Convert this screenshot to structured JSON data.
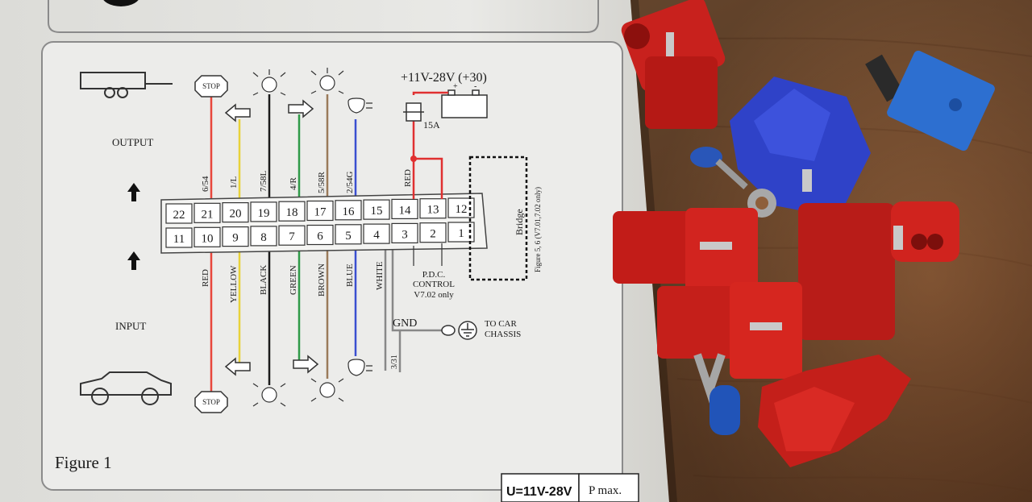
{
  "diagram": {
    "output_label": "OUTPUT",
    "input_label": "INPUT",
    "figure_caption": "Figure 1",
    "stop_label": "STOP",
    "supply_label": "+11V-28V (+30)",
    "fuse_label": "15A",
    "red_wire_label": "RED",
    "bridge_label": "Bridge",
    "bridge_figure_note": "Figure 5, 6 (V7.01,7.02 only)",
    "pdc_lines": [
      "P.D.C.",
      "CONTROL",
      "V7.02 only"
    ],
    "gnd_label": "GND",
    "chassis_lines": [
      "TO CAR",
      "CHASSIS"
    ],
    "gnd_code": "3/31",
    "plus_mark": "+",
    "minus_mark": "-",
    "pins_top": [
      "22",
      "21",
      "20",
      "19",
      "18",
      "17",
      "16",
      "15",
      "14",
      "13",
      "12"
    ],
    "pins_bottom": [
      "11",
      "10",
      "9",
      "8",
      "7",
      "6",
      "5",
      "4",
      "3",
      "2",
      "1"
    ],
    "wire_codes": [
      "6/54",
      "1/L",
      "7/58L",
      "4/R",
      "5/58R",
      "2/54G"
    ],
    "wire_colors_text": [
      "RED",
      "YELLOW",
      "BLACK",
      "GREEN",
      "BROWN",
      "BLUE",
      "WHITE"
    ],
    "voltage_box": "U=11V-28V",
    "power_box": "P max.",
    "wire_hex": {
      "red": "#e8463c",
      "yellow": "#e8d23a",
      "black": "#1b1b1b",
      "green": "#2f9a48",
      "brown": "#9a7a5a",
      "blue": "#3a4fd0",
      "white": "#888888",
      "supply_red": "#e03030"
    }
  }
}
